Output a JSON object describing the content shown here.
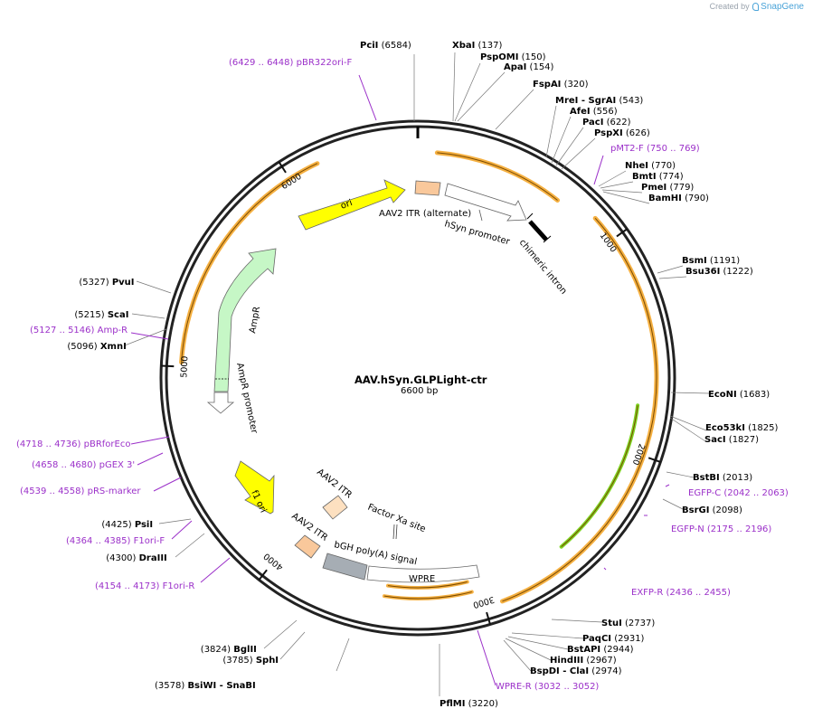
{
  "brand": {
    "created_by": "Created by",
    "product": "SnapGene",
    "icon": "snapgene-logo-icon",
    "color": "#4aa3d8"
  },
  "plasmid": {
    "name": "AAV.hSyn.GLPLight-ctr",
    "size": "6600 bp",
    "length": 6600
  },
  "colors": {
    "feature_label": "#9b30c9",
    "primer_mark": "#9b30c9",
    "orange_arc": "#f5b041",
    "green_arc": "#7ed321",
    "yellow": "#ffff00",
    "ampr": "#c6f7c6"
  },
  "ticks": [
    "1000",
    "2000",
    "3000",
    "4000",
    "5000",
    "6000"
  ],
  "sites": [
    {
      "name": "PciI",
      "pos": "(6584)"
    },
    {
      "name": "XbaI",
      "pos": "(137)"
    },
    {
      "name": "PspOMI",
      "pos": "(150)"
    },
    {
      "name": "ApaI",
      "pos": "(154)"
    },
    {
      "name": "FspAI",
      "pos": "(320)"
    },
    {
      "name": "MreI",
      "name2": "SgrAI",
      "pos": "(543)"
    },
    {
      "name": "AfeI",
      "pos": "(556)"
    },
    {
      "name": "PacI",
      "pos": "(622)"
    },
    {
      "name": "PspXI",
      "pos": "(626)"
    },
    {
      "name": "NheI",
      "pos": "(770)"
    },
    {
      "name": "BmtI",
      "pos": "(774)"
    },
    {
      "name": "PmeI",
      "pos": "(779)"
    },
    {
      "name": "BamHI",
      "pos": "(790)"
    },
    {
      "name": "BsmI",
      "pos": "(1191)"
    },
    {
      "name": "Bsu36I",
      "pos": "(1222)"
    },
    {
      "name": "EcoNI",
      "pos": "(1683)"
    },
    {
      "name": "Eco53kI",
      "pos": "(1825)"
    },
    {
      "name": "SacI",
      "pos": "(1827)"
    },
    {
      "name": "BstBI",
      "pos": "(2013)"
    },
    {
      "name": "BsrGI",
      "pos": "(2098)"
    },
    {
      "name": "StuI",
      "pos": "(2737)"
    },
    {
      "name": "PaqCI",
      "pos": "(2931)"
    },
    {
      "name": "BstAPI",
      "pos": "(2944)"
    },
    {
      "name": "HindIII",
      "pos": "(2967)"
    },
    {
      "name": "BspDI",
      "name2": "ClaI",
      "pos": "(2974)"
    },
    {
      "name": "PflMI",
      "pos": "(3220)"
    },
    {
      "name": "BsiWI",
      "name2": "SnaBI",
      "pos": "(3578)"
    },
    {
      "name": "SphI",
      "pos": "(3785)"
    },
    {
      "name": "BglII",
      "pos": "(3824)"
    },
    {
      "name": "DraIII",
      "pos": "(4300)"
    },
    {
      "name": "PsiI",
      "pos": "(4425)"
    },
    {
      "name": "XmnI",
      "pos": "(5096)"
    },
    {
      "name": "ScaI",
      "pos": "(5215)"
    },
    {
      "name": "PvuI",
      "pos": "(5327)"
    }
  ],
  "primers": [
    {
      "name": "pBR322ori-F",
      "range": "(6429 .. 6448)"
    },
    {
      "name": "pMT2-F",
      "range": "(750 .. 769)"
    },
    {
      "name": "EGFP-C",
      "range": "(2042 .. 2063)"
    },
    {
      "name": "EGFP-N",
      "range": "(2175 .. 2196)"
    },
    {
      "name": "EXFP-R",
      "range": "(2436 .. 2455)"
    },
    {
      "name": "WPRE-R",
      "range": "(3032 .. 3052)"
    },
    {
      "name": "F1ori-R",
      "range": "(4154 .. 4173)"
    },
    {
      "name": "F1ori-F",
      "range": "(4364 .. 4385)"
    },
    {
      "name": "pRS-marker",
      "range": "(4539 .. 4558)"
    },
    {
      "name": "pGEX 3'",
      "range": "(4658 .. 4680)"
    },
    {
      "name": "pBRforEco",
      "range": "(4718 .. 4736)"
    },
    {
      "name": "Amp-R",
      "range": "(5127 .. 5146)"
    }
  ],
  "features": {
    "ori": "ori",
    "itr_alt": "AAV2 ITR (alternate)",
    "hsyn": "hSyn promoter",
    "chimeric": "chimeric intron",
    "ampr": "AmpR",
    "ampr_promoter": "AmpR promoter",
    "f1ori": "f1 ori",
    "itr1": "AAV2 ITR",
    "itr2": "AAV2 ITR",
    "factor_xa": "Factor Xa site",
    "bgh": "bGH poly(A) signal",
    "wpre": "WPRE"
  }
}
